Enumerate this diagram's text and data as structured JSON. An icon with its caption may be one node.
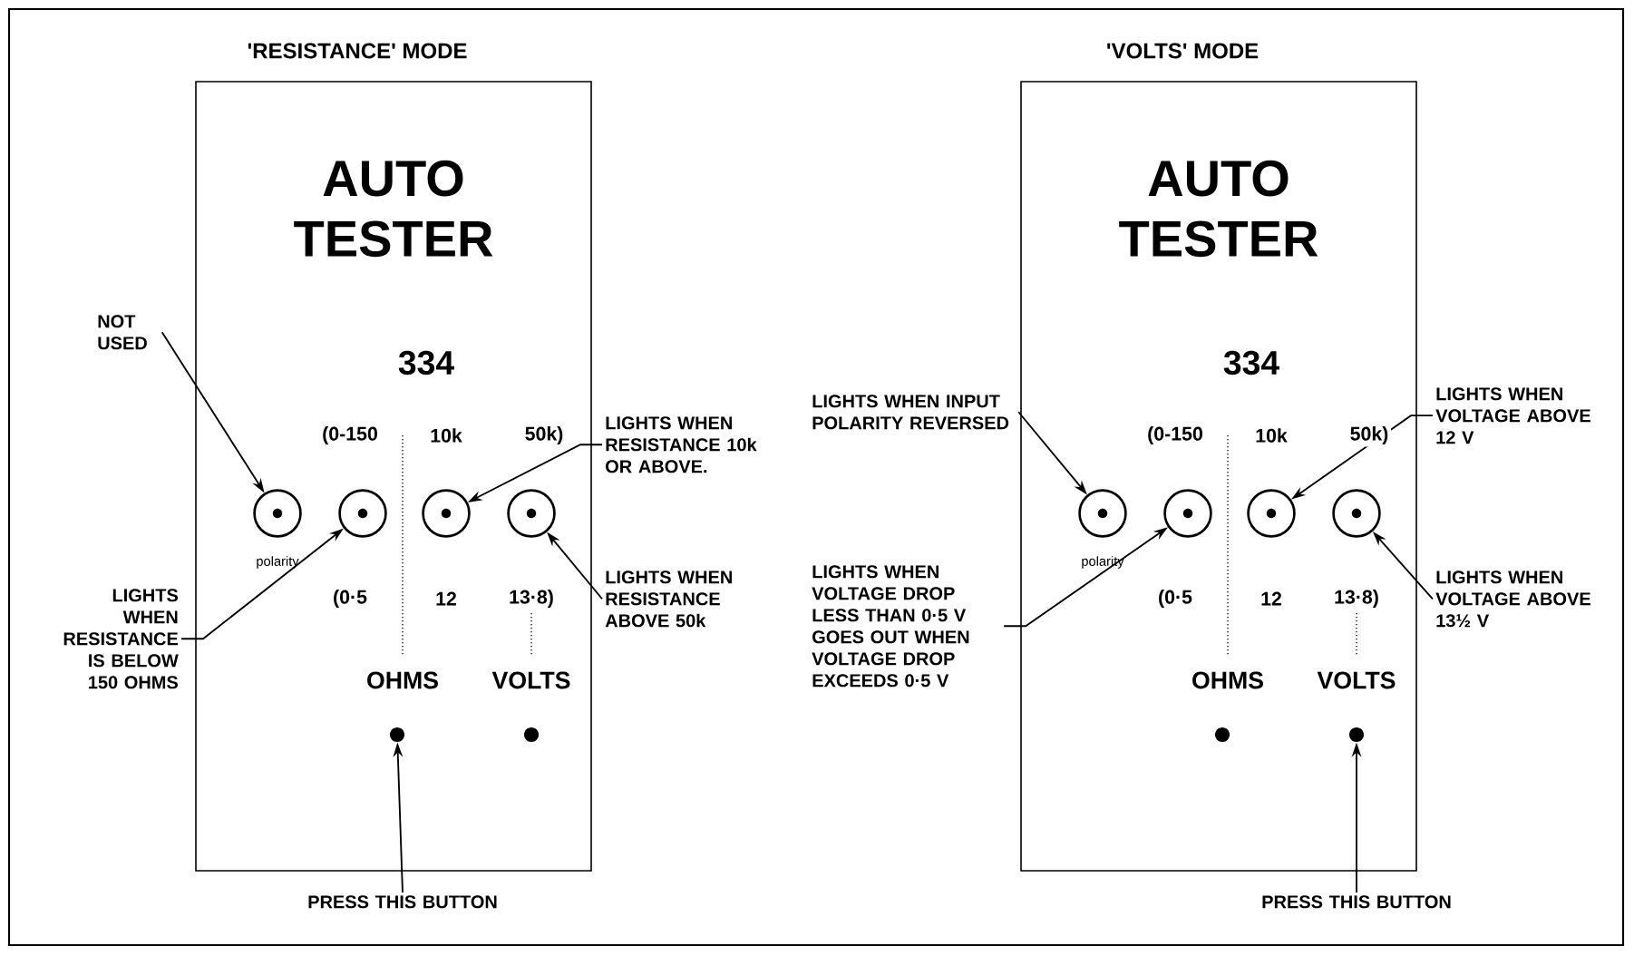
{
  "diagram": {
    "nodes": [
      {
        "text": [
          "'RESISTANCE' MODE",
          "AUTO TESTER",
          "334"
        ]
      },
      {
        "text": [],
        "shape": "circle",
        "in": 0,
        "beside": [
          "polarity"
        ]
      },
      {
        "text": [],
        "shape": "circle",
        "in": 0
      },
      {
        "text": [],
        "shape": "circle",
        "in": 0
      },
      {
        "text": [],
        "shape": "circle",
        "in": 0
      },
      {
        "text": [],
        "shape": "dot",
        "in": 0
      },
      {
        "text": [],
        "shape": "dot",
        "in": 0
      },
      {
        "text": [
          "NOT USED"
        ]
      },
      {
        "text": [
          "LIGHTS WHEN RESISTANCE IS BELOW 150 OHMS"
        ]
      },
      {
        "text": [
          "LIGHTS WHEN RESISTANCE 10k OR ABOVE."
        ]
      },
      {
        "text": [
          "LIGHTS WHEN RESISTANCE ABOVE 50k"
        ]
      },
      {
        "text": [
          "PRESS THIS BUTTON"
        ]
      },
      {
        "text": [
          "'VOLTS' MODE",
          "AUTO TESTER",
          "334"
        ]
      },
      {
        "text": [],
        "shape": "circle",
        "in": 12,
        "beside": [
          "polarity"
        ]
      },
      {
        "text": [],
        "shape": "circle",
        "in": 12
      },
      {
        "text": [],
        "shape": "circle",
        "in": 12
      },
      {
        "text": [],
        "shape": "circle",
        "in": 12
      },
      {
        "text": [],
        "shape": "dot",
        "in": 12
      },
      {
        "text": [],
        "shape": "dot",
        "in": 12
      },
      {
        "text": [
          "LIGHTS WHEN INPUT POLARITY REVERSED"
        ]
      },
      {
        "text": [
          "LIGHTS WHEN VOLTAGE DROP LESS THAN 0·5 V GOES OUT WHEN VOLTAGE DROP EXCEEDS 0·5 V"
        ]
      },
      {
        "text": [
          "LIGHTS WHEN VOLTAGE ABOVE 12 V"
        ]
      },
      {
        "text": [
          "LIGHTS WHEN VOLTAGE ABOVE 13½ V"
        ]
      },
      {
        "text": [
          "PRESS THIS BUTTON"
        ]
      }
    ],
    "edges": [
      {
        "from": 7,
        "to": 1,
        "arrow": "to"
      },
      {
        "from": 8,
        "to": 2,
        "arrow": "to"
      },
      {
        "from": 9,
        "to": 3,
        "arrow": "to"
      },
      {
        "from": 10,
        "to": 4,
        "arrow": "to"
      },
      {
        "from": 11,
        "to": 5,
        "arrow": "to"
      },
      {
        "from": 19,
        "to": 13,
        "arrow": "to"
      },
      {
        "from": 20,
        "to": 14,
        "arrow": "to"
      },
      {
        "from": 21,
        "to": 15,
        "arrow": "to"
      },
      {
        "from": 22,
        "to": 16,
        "arrow": "to"
      },
      {
        "from": 23,
        "to": 18,
        "arrow": "to"
      }
    ],
    "labels": [
      "(0-150",
      "10k",
      "50k)",
      "(0·5",
      "12",
      "13·8)",
      "OHMS",
      "VOLTS",
      "(0-150",
      "10k",
      "50k)",
      "(0·5",
      "12",
      "13·8)",
      "OHMS",
      "VOLTS"
    ]
  }
}
